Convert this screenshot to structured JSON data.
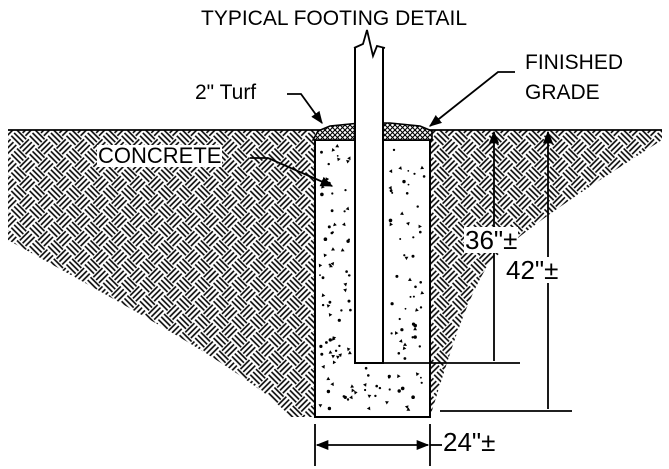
{
  "title": "TYPICAL FOOTING DETAIL",
  "labels": {
    "turf": "2\" Turf",
    "finished_grade_line1": "FINISHED",
    "finished_grade_line2": "GRADE",
    "concrete": "CONCRETE"
  },
  "dimensions": {
    "post_embedment": "36\"±",
    "footing_depth": "42\"±",
    "footing_width": "24\"±"
  },
  "colors": {
    "line": "#000000",
    "background": "#ffffff"
  }
}
